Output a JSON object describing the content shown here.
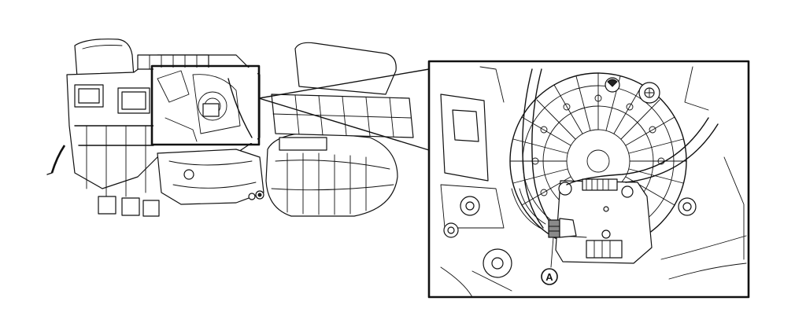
{
  "diagram": {
    "callouts": [
      {
        "id": "A",
        "label": "A"
      }
    ],
    "colors": {
      "line": "#111111",
      "background": "#ffffff",
      "connector_fill": "#8a8a8a"
    },
    "icons": [
      "heater-assembly-illustration",
      "actuator-detail-illustration"
    ]
  }
}
